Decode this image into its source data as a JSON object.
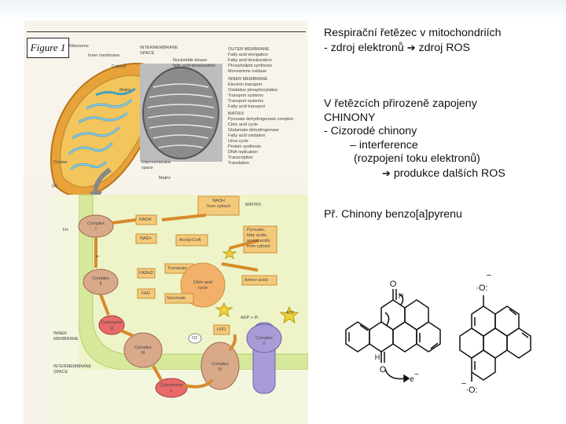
{
  "text_panel": {
    "title": "Respirační řetězec v mitochondriích",
    "sub_prefix": "- zdroj elektronů",
    "sub_suffix": "zdroj ROS",
    "heading2_line1": "V řetězcích přirozeně zapojeny",
    "heading2_line2": "CHINONY",
    "bullet1": "- Cizorodé chinony",
    "bullet2": "– interference",
    "bullet3": "(rozpojení toku elektronů)",
    "bullet4": "produkce dalších ROS",
    "example": "Př. Chinony benzo[a]pyrenu",
    "arrow_glyph": "➔"
  },
  "figure": {
    "label": "Figure 1",
    "sub_label": "(a)",
    "mito_labels": {
      "ribosome": "Ribosome",
      "inner_membrane": "Inner membrane",
      "cytosol": "Cytosol",
      "matrix": "Matrix",
      "cristae": "Cristae",
      "intermembrane_space": "Intermembrane\nspace",
      "matrix_bottom": "Matrix",
      "inter_space_header": "INTERMEMBRANE\nSPACE",
      "outer_membrane_header": "OUTER MEMBRANE",
      "inner_membrane_header": "INNER MEMBRANE",
      "matrix_header": "MATRIX",
      "inter_list": "Nucleotide kinase\nfatty acid desaturation",
      "outer_list": "Fatty acid elongation\nFatty acid desaturation\nPhospholipid synthesis\nMonoamine oxidase",
      "inner_list": "Electron transport\nOxidative phosphorylation\nTransport systems\nTransport systems\nFatty acid transport",
      "matrix_list": "Pyruvate dehydrogenase complex\nCitric acid cycle\nGlutamate dehydrogenase\nFatty acid oxidation\nUrea cycle\nProtein synthesis\nDNA replication\nTranscription\nTranslation"
    },
    "chain_labels": {
      "nadh_cytosol": "NADH\nfrom cytosol",
      "matrix": "MATRIX",
      "complex1": "Complex\nI",
      "nadh": "NADH",
      "nad": "NAD+",
      "acetyl": "Acetyl-CoA",
      "pyruvate": "Pyruvate,\nfatty acids,\namino acids\nfrom cytosol",
      "fadh2": "FADH2",
      "fumarate": "Fumarate",
      "complex2": "Complex\nII",
      "citric": "Citric acid\ncycle",
      "amino": "Amino acids",
      "fad": "FAD",
      "succinate": "Succinate",
      "coenzyme_q": "Coenzyme\nQ",
      "complex3": "Complex\nIII",
      "inner_membrane": "INNER\nMEMBRANE",
      "intermembrane": "INTERMEMBRANE\nSPACE",
      "cytochrome_c": "Cytochrome\nc",
      "complex4": "Complex\nIV",
      "complex5": "Complex\nV",
      "water": "H2O",
      "oxygen": "O2",
      "adp": "ADP + Pi",
      "atp": "ATP",
      "hplus": "H+",
      "eminus": "e-"
    }
  },
  "chem": {
    "label_o": "O",
    "label_h": "H",
    "label_e": "e",
    "label_minus": "−",
    "label_dots": "·",
    "label_o_dot": "·O:"
  },
  "colors": {
    "mito_outer": "#e8a23a",
    "mito_inner": "#f2c65c",
    "cristae": "#7cc5e6",
    "chain_bg": "#eef4c8",
    "membrane": "#d6e99b",
    "complex": "#d9a98a",
    "complex5": "#a99bd8",
    "arrow": "#d98a2b",
    "red_label": "#d9302a",
    "text": "#111111"
  }
}
